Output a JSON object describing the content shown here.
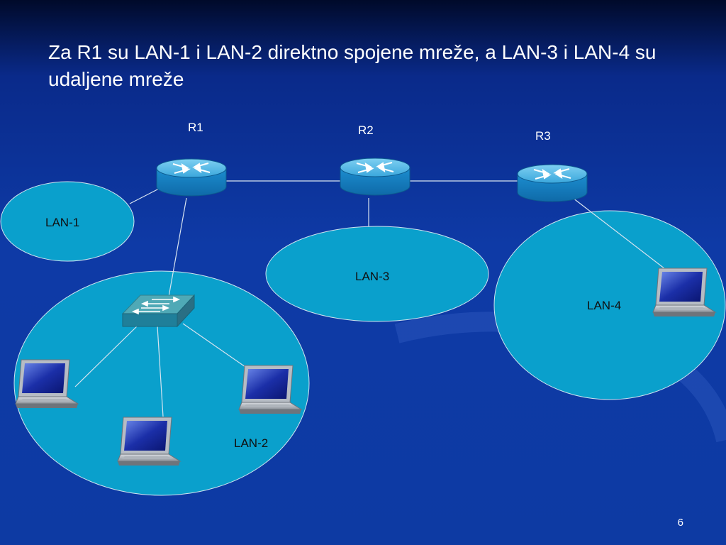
{
  "slide": {
    "title": "Za R1 su LAN-1 i LAN-2 direktno spojene mreže, a LAN-3 i LAN-4 su udaljene mreže",
    "page_number": "6"
  },
  "routers": [
    {
      "id": "r1",
      "label": "R1"
    },
    {
      "id": "r2",
      "label": "R2"
    },
    {
      "id": "r3",
      "label": "R3"
    }
  ],
  "networks": [
    {
      "id": "lan1",
      "label": "LAN-1"
    },
    {
      "id": "lan2",
      "label": "LAN-2"
    },
    {
      "id": "lan3",
      "label": "LAN-3"
    },
    {
      "id": "lan4",
      "label": "LAN-4"
    }
  ],
  "colors": {
    "network_fill": "#0aa0cc",
    "router_body": "#1a8fc7",
    "link": "#d8e4f0"
  }
}
